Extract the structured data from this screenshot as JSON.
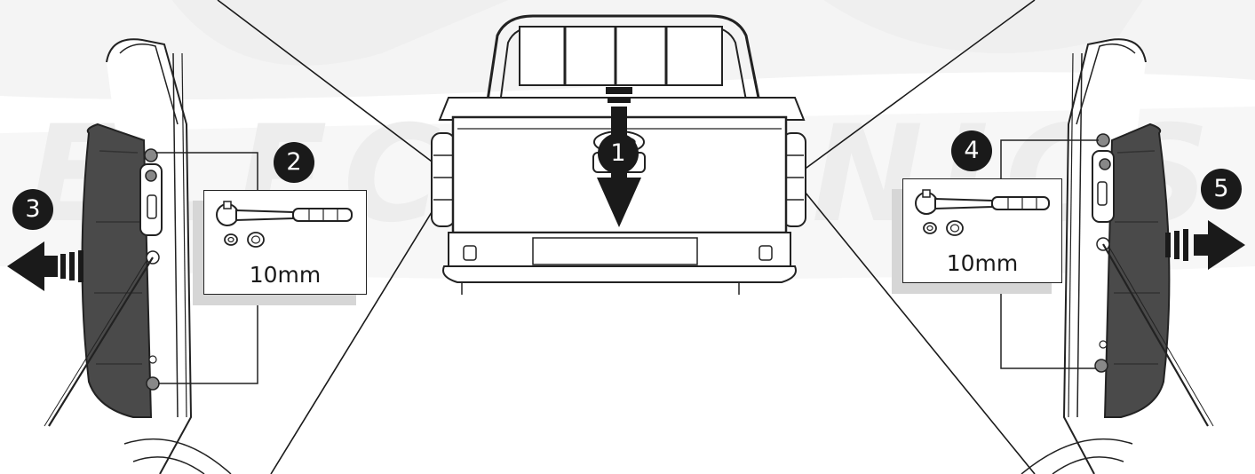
{
  "watermark": {
    "text": "ELECTRONICS",
    "color": "#ededed"
  },
  "steps": [
    {
      "number": "1",
      "action": "open-tailgate",
      "arrow": "down-arrow-icon"
    },
    {
      "number": "2",
      "action": "remove-bolts-left",
      "arrow": "none"
    },
    {
      "number": "3",
      "action": "pull-lamp-left",
      "arrow": "left-arrow-icon"
    },
    {
      "number": "4",
      "action": "remove-bolts-right",
      "arrow": "none"
    },
    {
      "number": "5",
      "action": "pull-lamp-right",
      "arrow": "right-arrow-icon"
    }
  ],
  "tools": {
    "left": {
      "size": "10mm",
      "icon": "ratchet-wrench-icon"
    },
    "right": {
      "size": "10mm",
      "icon": "ratchet-wrench-icon"
    }
  },
  "colors": {
    "line": "#1a1a1a",
    "badge": "#1a1a1a",
    "lamp": "#4a4a4a",
    "shadow": "#d6d6d6"
  }
}
